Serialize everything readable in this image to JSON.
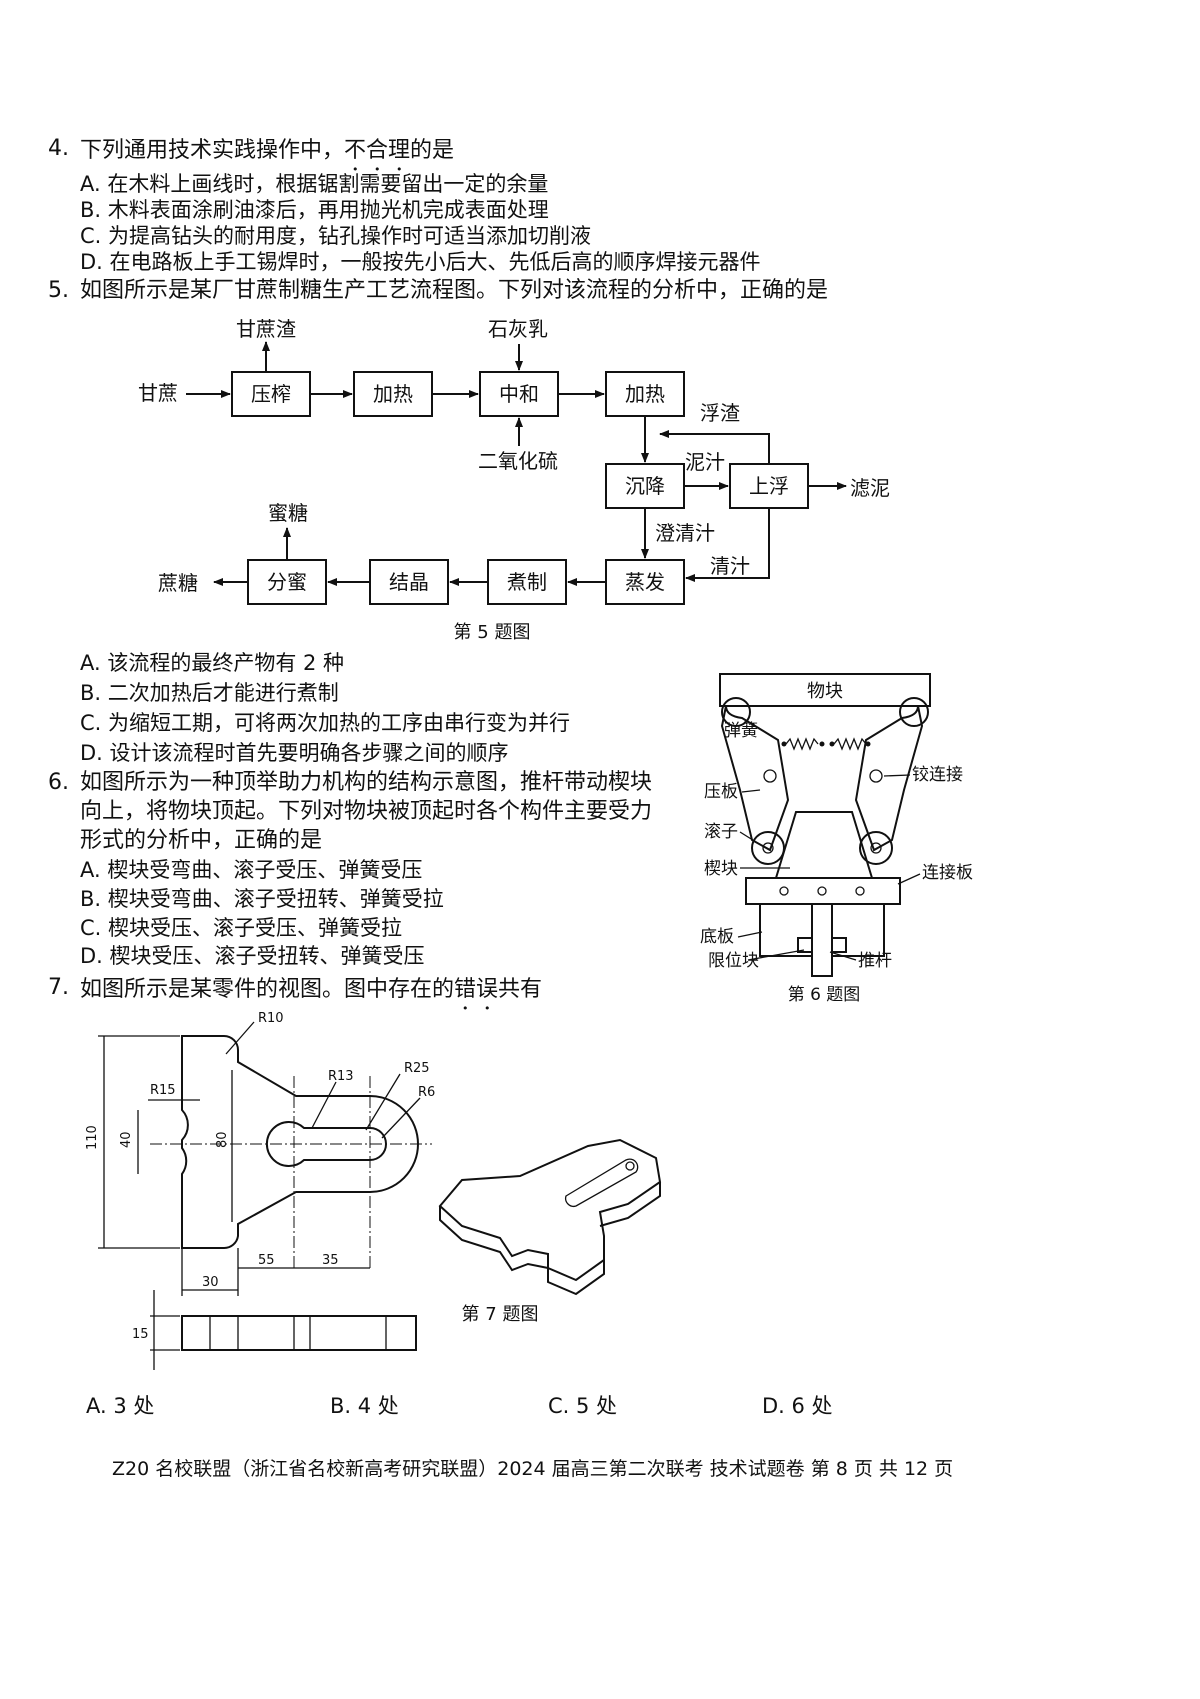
{
  "q4": {
    "num": "4.",
    "stem_a": "下列通用技术实践操作中，",
    "stem_emph": "不合理",
    "stem_b": "的是",
    "options": [
      "A. 在木料上画线时，根据锯割需要留出一定的余量",
      "B. 木料表面涂刷油漆后，再用抛光机完成表面处理",
      "C. 为提高钻头的耐用度，钻孔操作时可适当添加切削液",
      "D. 在电路板上手工锡焊时，一般按先小后大、先低后高的顺序焊接元器件"
    ]
  },
  "q5": {
    "num": "5.",
    "stem": "如图所示是某厂甘蔗制糖生产工艺流程图。下列对该流程的分析中，正确的是",
    "flow": {
      "boxes": [
        "压榨",
        "加热",
        "中和",
        "加热",
        "沉降",
        "上浮",
        "蒸发",
        "煮制",
        "结晶",
        "分蜜"
      ],
      "labels": [
        "甘蔗",
        "甘蔗渣",
        "石灰乳",
        "二氧化硫",
        "浮渣",
        "泥汁",
        "滤泥",
        "澄清汁",
        "清汁",
        "蜜糖",
        "蔗糖"
      ]
    },
    "caption": "第 5 题图",
    "options": [
      "A. 该流程的最终产物有 2 种",
      "B. 二次加热后才能进行煮制",
      "C. 为缩短工期，可将两次加热的工序由串行变为并行",
      "D. 设计该流程时首先要明确各步骤之间的顺序"
    ]
  },
  "q6": {
    "num": "6.",
    "stem_lines": [
      "如图所示为一种顶举助力机构的结构示意图，推杆带动楔块",
      "向上，将物块顶起。下列对物块被顶起时各个构件主要受力",
      "形式的分析中，正确的是"
    ],
    "options": [
      "A. 楔块受弯曲、滚子受压、弹簧受压",
      "B. 楔块受弯曲、滚子受扭转、弹簧受拉",
      "C. 楔块受压、滚子受压、弹簧受拉",
      "D. 楔块受压、滚子受扭转、弹簧受压"
    ],
    "figure_labels": [
      "物块",
      "弹簧",
      "铰连接",
      "压板",
      "滚子",
      "楔块",
      "连接板",
      "底板",
      "限位块",
      "推杆"
    ],
    "caption": "第 6 题图"
  },
  "q7": {
    "num": "7.",
    "stem_a": "如图所示是某零件的视图。图中存在的",
    "stem_emph": "错误",
    "stem_b": "共有",
    "dims": [
      "R10",
      "R15",
      "R13",
      "R25",
      "R6",
      "110",
      "40",
      "80",
      "55",
      "35",
      "30",
      "15"
    ],
    "caption": "第 7 题图",
    "options": [
      "A. 3 处",
      "B. 4 处",
      "C. 5 处",
      "D. 6 处"
    ]
  },
  "footer": "Z20 名校联盟（浙江省名校新高考研究联盟）2024 届高三第二次联考 技术试题卷  第 8 页 共 12 页"
}
